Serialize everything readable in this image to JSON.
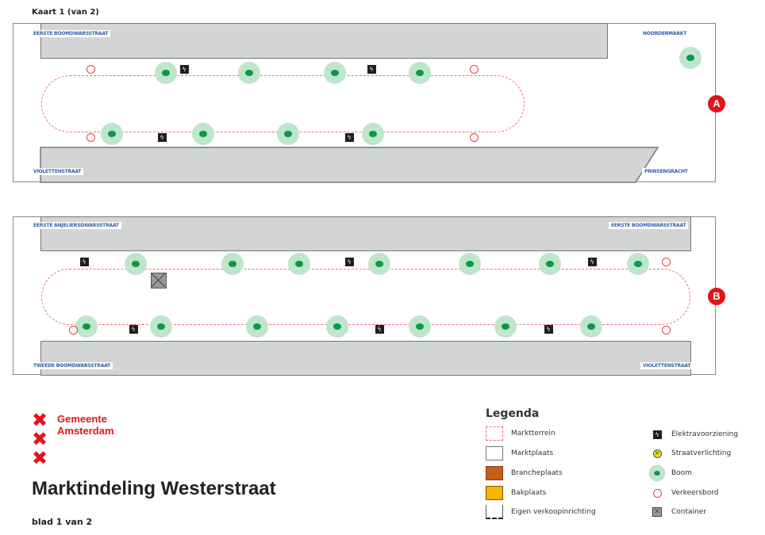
{
  "map1": {
    "title": "Kaart 1 (van 2)",
    "streets": {
      "top_left": "EERSTE BOOMDWARSSTRAAT",
      "top_right": "NOORDERMARKT",
      "bottom_left": "VIOLETTENSTRAAT",
      "bottom_right": "PRINSENGRACHT"
    },
    "badge": "A"
  },
  "map2": {
    "streets": {
      "top_left": "EERSTE ANJELIERSDWARSSTRAAT",
      "top_right": "EERSTE BOOMDWARSSTRAAT",
      "bottom_left": "TWEEDE BOOMDWARSSTRAAT",
      "bottom_right": "VIOLETTENSTRAAT"
    },
    "badge": "B"
  },
  "logo": {
    "line1": "Gemeente",
    "line2": "Amsterdam"
  },
  "title": "Marktindeling Westerstraat",
  "subtitle": "blad 1 van 2",
  "legend": {
    "title": "Legenda",
    "items": [
      "Marktterrein",
      "Marktplaats",
      "Brancheplaats",
      "Bakplaats",
      "Eigen verkoopinrichting",
      "Elektravoorziening",
      "Straatverlichting",
      "Boom",
      "Verkeersbord",
      "Container"
    ]
  },
  "colors": {
    "tree": "#0a9a45",
    "brand": "#e3131b",
    "street": "#2f5fa8",
    "branche": "#c4601a",
    "bak": "#f7b500"
  }
}
